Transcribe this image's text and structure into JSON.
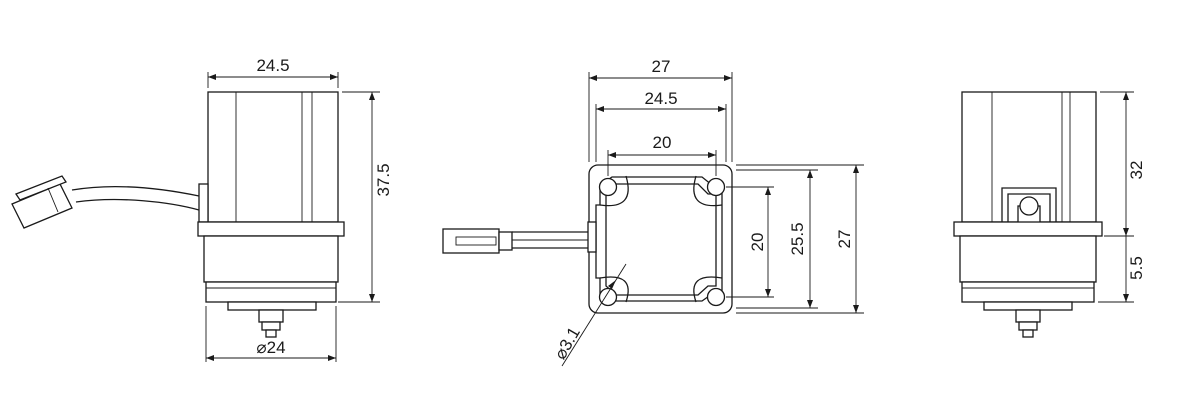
{
  "left_view": {
    "top_width": "24.5",
    "height": "37.5",
    "bottom_dia": "⌀24"
  },
  "front_view": {
    "outer_width": "27",
    "inner_width": "24.5",
    "hole_pitch_x": "20",
    "hole_pitch_y": "20",
    "inner_height": "25.5",
    "outer_height": "27",
    "hole_dia": "⌀3.1"
  },
  "right_view": {
    "body_height": "32",
    "base_height": "5.5"
  }
}
